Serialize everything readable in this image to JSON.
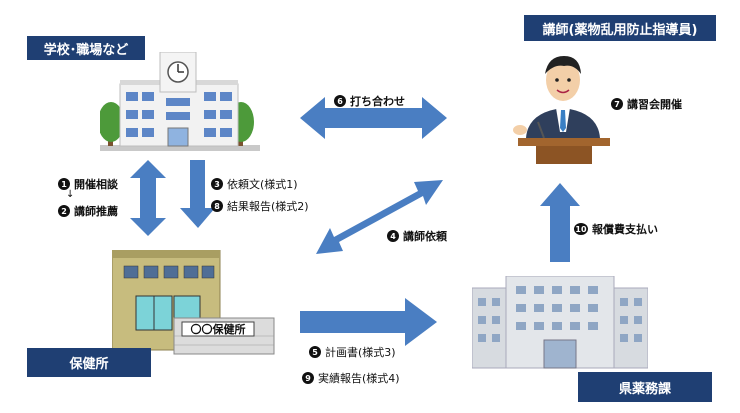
{
  "nodes": {
    "school": "学校･職場など",
    "lecturer": "講師(薬物乱用防止指導員)",
    "health_center": "保健所",
    "prefecture": "県薬務課"
  },
  "steps": {
    "s1": {
      "num": "1",
      "text": "開催相談"
    },
    "s1_arrow": "↓",
    "s2": {
      "num": "2",
      "text": "講師推薦"
    },
    "s3": {
      "num": "3",
      "text": "依頼文(様式1)"
    },
    "s8": {
      "num": "8",
      "text": "結果報告(様式2)"
    },
    "s6": {
      "num": "6",
      "text": "打ち合わせ"
    },
    "s7": {
      "num": "7",
      "text": "講習会開催"
    },
    "s4": {
      "num": "4",
      "text": "講師依頼"
    },
    "s10": {
      "num": "10",
      "text": "報償費支払い"
    },
    "s5": {
      "num": "5",
      "text": "計画書(様式3)"
    },
    "s9": {
      "num": "9",
      "text": "実績報告(様式4)"
    }
  },
  "health_center_sign": "〇〇保健所",
  "colors": {
    "arrow": "#4a7ec2",
    "label_bg": "#1f3f73"
  }
}
